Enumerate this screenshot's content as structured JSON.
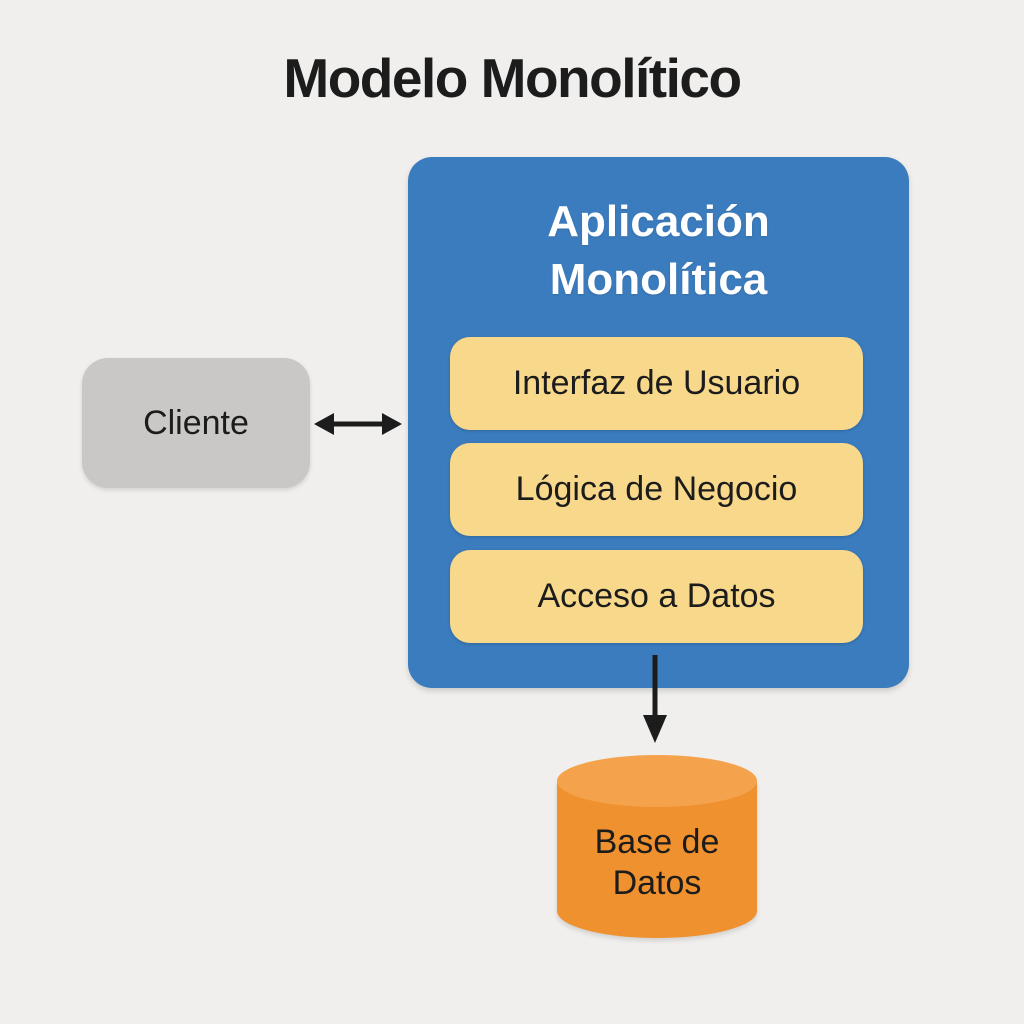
{
  "title": "Modelo Monolítico",
  "client": {
    "label": "Cliente"
  },
  "application": {
    "title": "Aplicación Monolítica",
    "layers": [
      {
        "label": "Interfaz de Usuario"
      },
      {
        "label": "Lógica de Negocio"
      },
      {
        "label": "Acceso a Datos"
      }
    ]
  },
  "database": {
    "label": "Base de Datos"
  },
  "connections": [
    {
      "from": "client",
      "to": "application",
      "direction": "bidirectional"
    },
    {
      "from": "application",
      "to": "database",
      "direction": "down"
    }
  ],
  "colors": {
    "background": "#f0efed",
    "app_box": "#3b7cbe",
    "layer_box": "#f8d88b",
    "client_box": "#c9c8c6",
    "database_body": "#f09130",
    "database_top": "#f5a24d",
    "arrow": "#1c1c1c",
    "text_dark": "#1c1c1c",
    "text_light": "#ffffff"
  }
}
